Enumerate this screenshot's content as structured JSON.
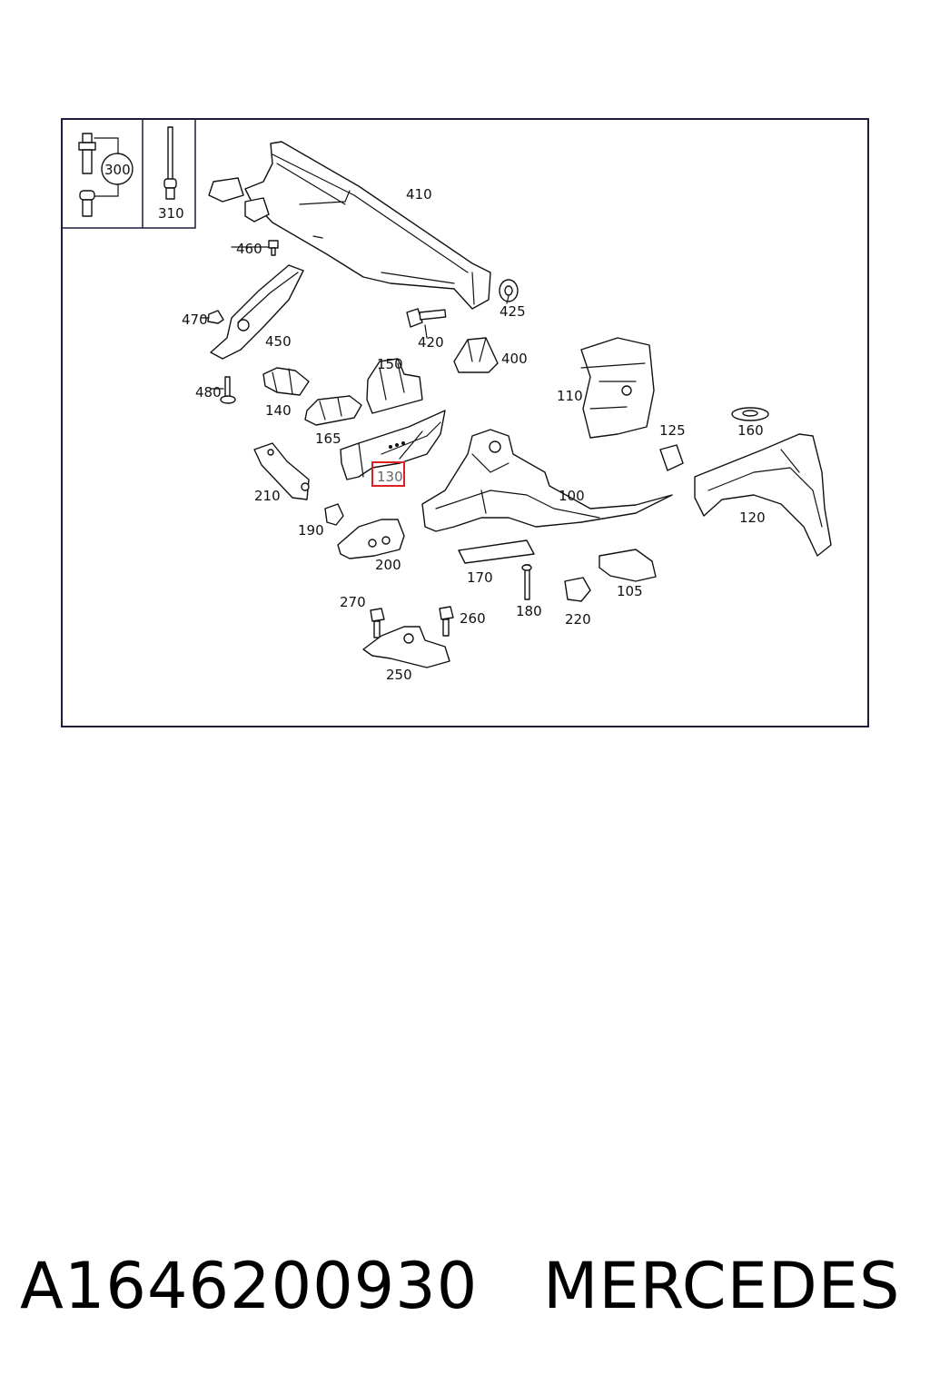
{
  "diagram": {
    "part_labels": [
      "410",
      "460",
      "470",
      "450",
      "480",
      "420",
      "425",
      "400",
      "150",
      "140",
      "165",
      "110",
      "125",
      "160",
      "130",
      "210",
      "190",
      "200",
      "100",
      "120",
      "170",
      "180",
      "220",
      "105",
      "270",
      "260",
      "250"
    ],
    "highlighted": "130",
    "inset_labels": [
      "300",
      "310"
    ]
  },
  "footer": {
    "part_number": "A1646200930",
    "brand": "MERCEDES"
  }
}
